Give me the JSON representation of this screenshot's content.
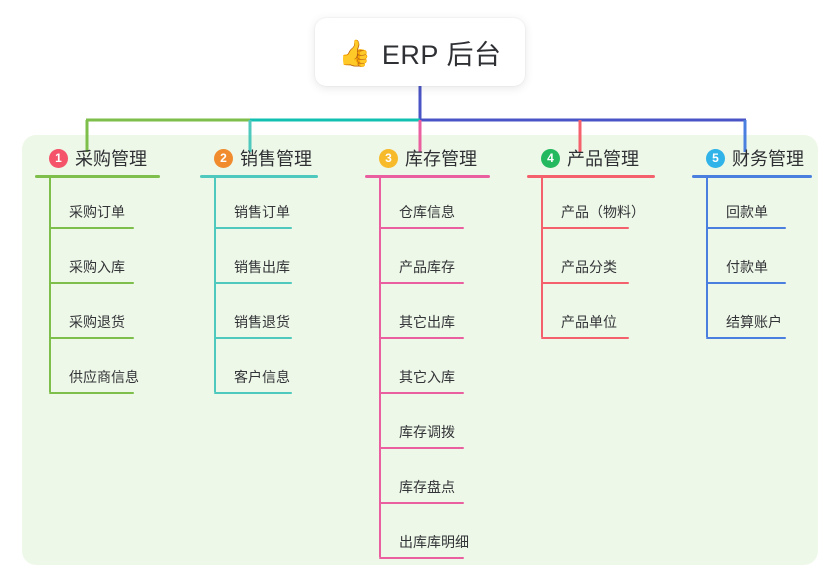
{
  "root": {
    "icon": "thumbs-up-emoji",
    "icon_glyph": "👍",
    "title": "ERP 后台"
  },
  "canvas": {
    "background": "#ffffff",
    "panel_color": "#eef8e8"
  },
  "trunk_color": "#4a54c4",
  "bar_segments": [
    {
      "name": "segment-green",
      "color": "#7dbf4a"
    },
    {
      "name": "segment-teal",
      "color": "#11c0b0"
    },
    {
      "name": "segment-blue",
      "color": "#4a54c4"
    }
  ],
  "branches": [
    {
      "index": "1",
      "title": "采购管理",
      "color": "#7dbf4a",
      "badge_color": "#f4536a",
      "leaves": [
        {
          "label": "采购订单"
        },
        {
          "label": "采购入库"
        },
        {
          "label": "采购退货"
        },
        {
          "label": "供应商信息"
        }
      ]
    },
    {
      "index": "2",
      "title": "销售管理",
      "color": "#4fc9bd",
      "badge_color": "#f08c2e",
      "leaves": [
        {
          "label": "销售订单"
        },
        {
          "label": "销售出库"
        },
        {
          "label": "销售退货"
        },
        {
          "label": "客户信息"
        }
      ]
    },
    {
      "index": "3",
      "title": "库存管理",
      "color": "#ea5fa0",
      "badge_color": "#f7ba2a",
      "leaves": [
        {
          "label": "仓库信息"
        },
        {
          "label": "产品库存"
        },
        {
          "label": "其它出库"
        },
        {
          "label": "其它入库"
        },
        {
          "label": "库存调拨"
        },
        {
          "label": "库存盘点"
        },
        {
          "label": "出库库明细"
        }
      ]
    },
    {
      "index": "4",
      "title": "产品管理",
      "color": "#f4606c",
      "badge_color": "#25b95f",
      "leaves": [
        {
          "label": "产品（物料）"
        },
        {
          "label": "产品分类"
        },
        {
          "label": "产品单位"
        }
      ]
    },
    {
      "index": "5",
      "title": "财务管理",
      "color": "#4a7fe0",
      "badge_color": "#2fb3e8",
      "leaves": [
        {
          "label": "回款单"
        },
        {
          "label": "付款单"
        },
        {
          "label": "结算账户"
        }
      ]
    }
  ]
}
